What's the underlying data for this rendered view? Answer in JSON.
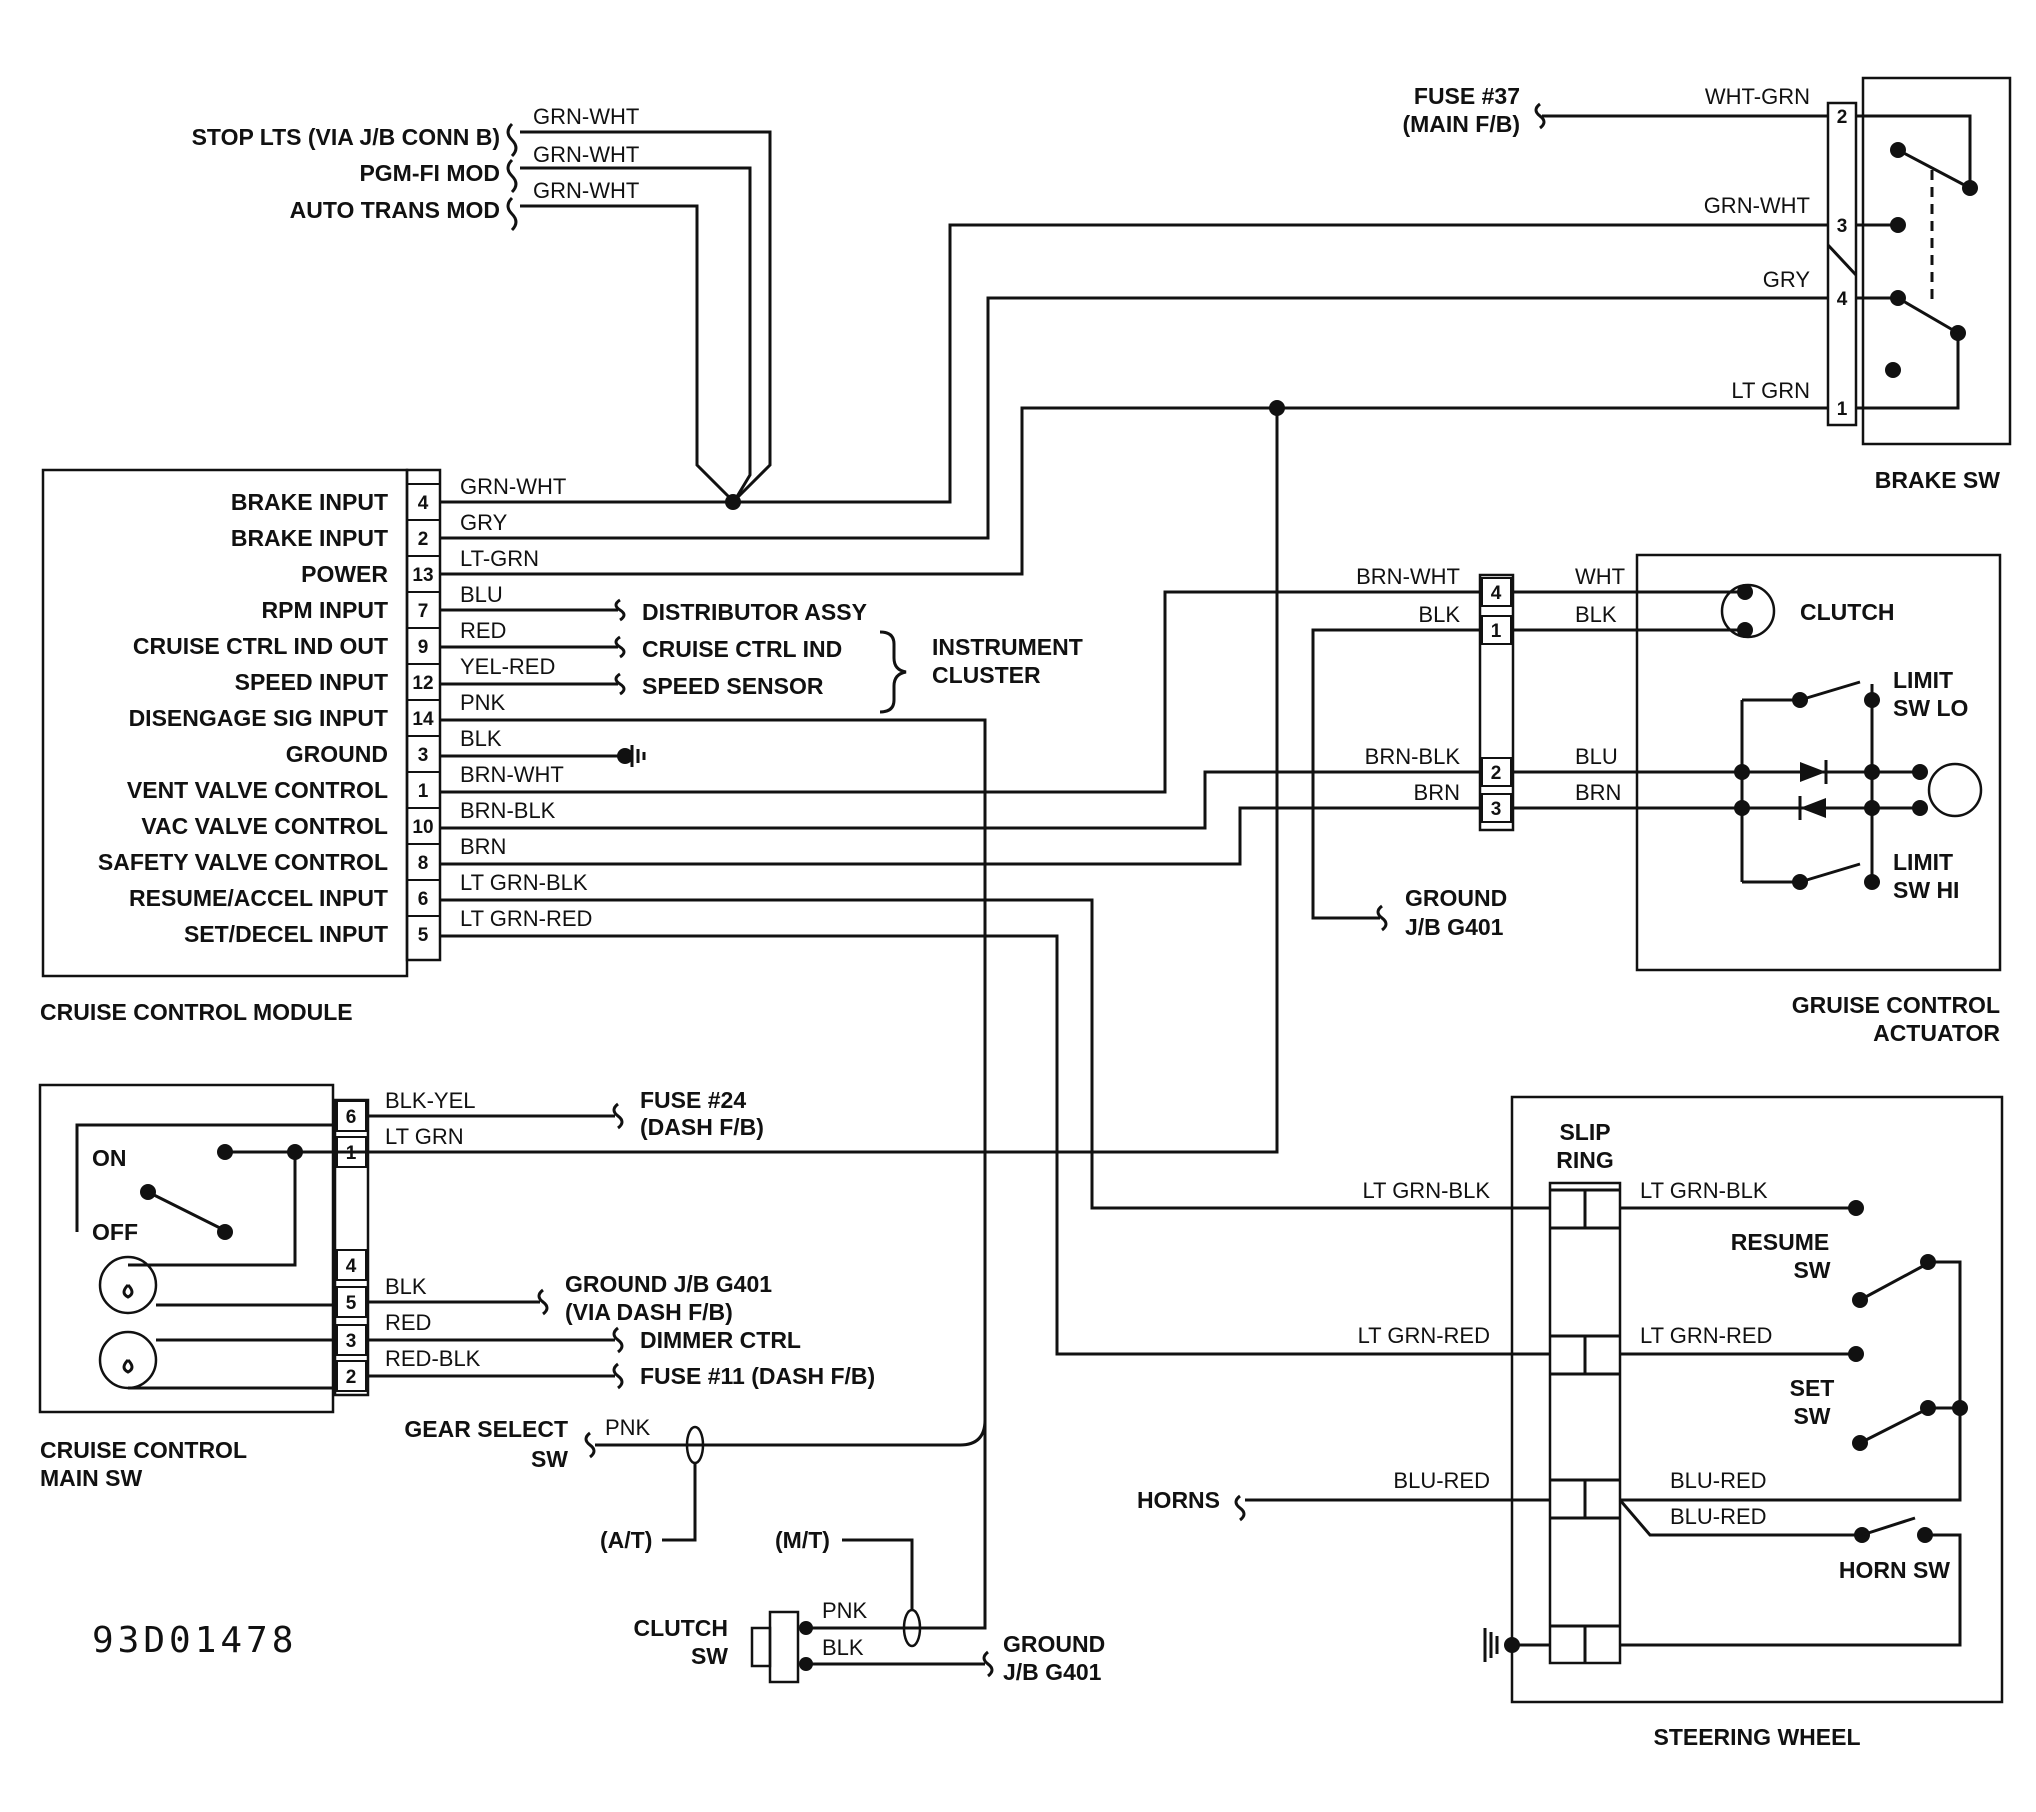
{
  "diagram_code": "93D01478",
  "components": {
    "cruise_control_module": "CRUISE CONTROL MODULE",
    "brake_sw": "BRAKE SW",
    "cruise_control_actuator": [
      "GRUISE CONTROL",
      "ACTUATOR"
    ],
    "cruise_control_main_sw": [
      "CRUISE CONTROL",
      "MAIN SW"
    ],
    "steering_wheel": "STEERING WHEEL",
    "slip_ring": [
      "SLIP",
      "RING"
    ],
    "clutch_sw": [
      "CLUTCH",
      "SW"
    ],
    "gear_select_sw": [
      "GEAR SELECT",
      "SW"
    ],
    "clutch": "CLUTCH",
    "limit_sw_lo": [
      "LIMIT",
      "SW LO"
    ],
    "limit_sw_hi": [
      "LIMIT",
      "SW HI"
    ],
    "resume_sw": [
      "RESUME",
      "SW"
    ],
    "set_sw": [
      "SET",
      "SW"
    ],
    "horn_sw": "HORN SW",
    "main_sw_on": "ON",
    "main_sw_off": "OFF"
  },
  "module_pins": [
    {
      "label": "BRAKE INPUT",
      "pin": "4",
      "wire": "GRN-WHT"
    },
    {
      "label": "BRAKE INPUT",
      "pin": "2",
      "wire": "GRY"
    },
    {
      "label": "POWER",
      "pin": "13",
      "wire": "LT-GRN"
    },
    {
      "label": "RPM INPUT",
      "pin": "7",
      "wire": "BLU"
    },
    {
      "label": "CRUISE CTRL IND OUT",
      "pin": "9",
      "wire": "RED"
    },
    {
      "label": "SPEED INPUT",
      "pin": "12",
      "wire": "YEL-RED"
    },
    {
      "label": "DISENGAGE SIG INPUT",
      "pin": "14",
      "wire": "PNK"
    },
    {
      "label": "GROUND",
      "pin": "3",
      "wire": "BLK"
    },
    {
      "label": "VENT VALVE CONTROL",
      "pin": "1",
      "wire": "BRN-WHT"
    },
    {
      "label": "VAC VALVE CONTROL",
      "pin": "10",
      "wire": "BRN-BLK"
    },
    {
      "label": "SAFETY VALVE CONTROL",
      "pin": "8",
      "wire": "BRN"
    },
    {
      "label": "RESUME/ACCEL INPUT",
      "pin": "6",
      "wire": "LT GRN-BLK"
    },
    {
      "label": "SET/DECEL INPUT",
      "pin": "5",
      "wire": "LT GRN-RED"
    }
  ],
  "top_left_feeds": [
    {
      "label": "STOP LTS (VIA J/B CONN B)",
      "wire": "GRN-WHT"
    },
    {
      "label": "PGM-FI MOD",
      "wire": "GRN-WHT"
    },
    {
      "label": "AUTO TRANS MOD",
      "wire": "GRN-WHT"
    }
  ],
  "instrument_cluster_refs": {
    "distributor": "DISTRIBUTOR ASSY",
    "cruise_ind": "CRUISE CTRL IND",
    "speed_sensor": "SPEED SENSOR",
    "cluster": [
      "INSTRUMENT",
      "CLUSTER"
    ]
  },
  "brake_sw_pins": [
    {
      "pin": "2",
      "wire": "WHT-GRN"
    },
    {
      "pin": "3",
      "wire": "GRN-WHT"
    },
    {
      "pin": "4",
      "wire": "GRY"
    },
    {
      "pin": "1",
      "wire": "LT GRN"
    }
  ],
  "fuse_37": [
    "FUSE #37",
    "(MAIN F/B)"
  ],
  "actuator_connector": [
    {
      "pin": "4",
      "left": "BRN-WHT",
      "right": "WHT"
    },
    {
      "pin": "1",
      "left": "BLK",
      "right": "BLK"
    },
    {
      "pin": "2",
      "left": "BRN-BLK",
      "right": "BLU"
    },
    {
      "pin": "3",
      "left": "BRN",
      "right": "BRN"
    }
  ],
  "ground_jb_g401": [
    "GROUND",
    "J/B G401"
  ],
  "main_sw_pins": [
    {
      "pin": "6",
      "wire": "BLK-YEL",
      "dest": [
        "FUSE #24",
        "(DASH F/B)"
      ]
    },
    {
      "pin": "1",
      "wire": "LT GRN"
    },
    {
      "pin": "4"
    },
    {
      "pin": "5",
      "wire": "BLK",
      "dest": [
        "GROUND J/B G401",
        "(VIA DASH F/B)"
      ]
    },
    {
      "pin": "3",
      "wire": "RED",
      "dest": [
        "DIMMER CTRL"
      ]
    },
    {
      "pin": "2",
      "wire": "RED-BLK",
      "dest": [
        "FUSE #11 (DASH F/B)"
      ]
    }
  ],
  "steering_wires": {
    "lt_grn_blk": "LT GRN-BLK",
    "lt_grn_red": "LT GRN-RED",
    "blu_red": "BLU-RED",
    "horns": "HORNS"
  },
  "gear_wires": {
    "pnk": "PNK",
    "at": "(A/T)",
    "mt": "(M/T)",
    "blk": "BLK"
  }
}
